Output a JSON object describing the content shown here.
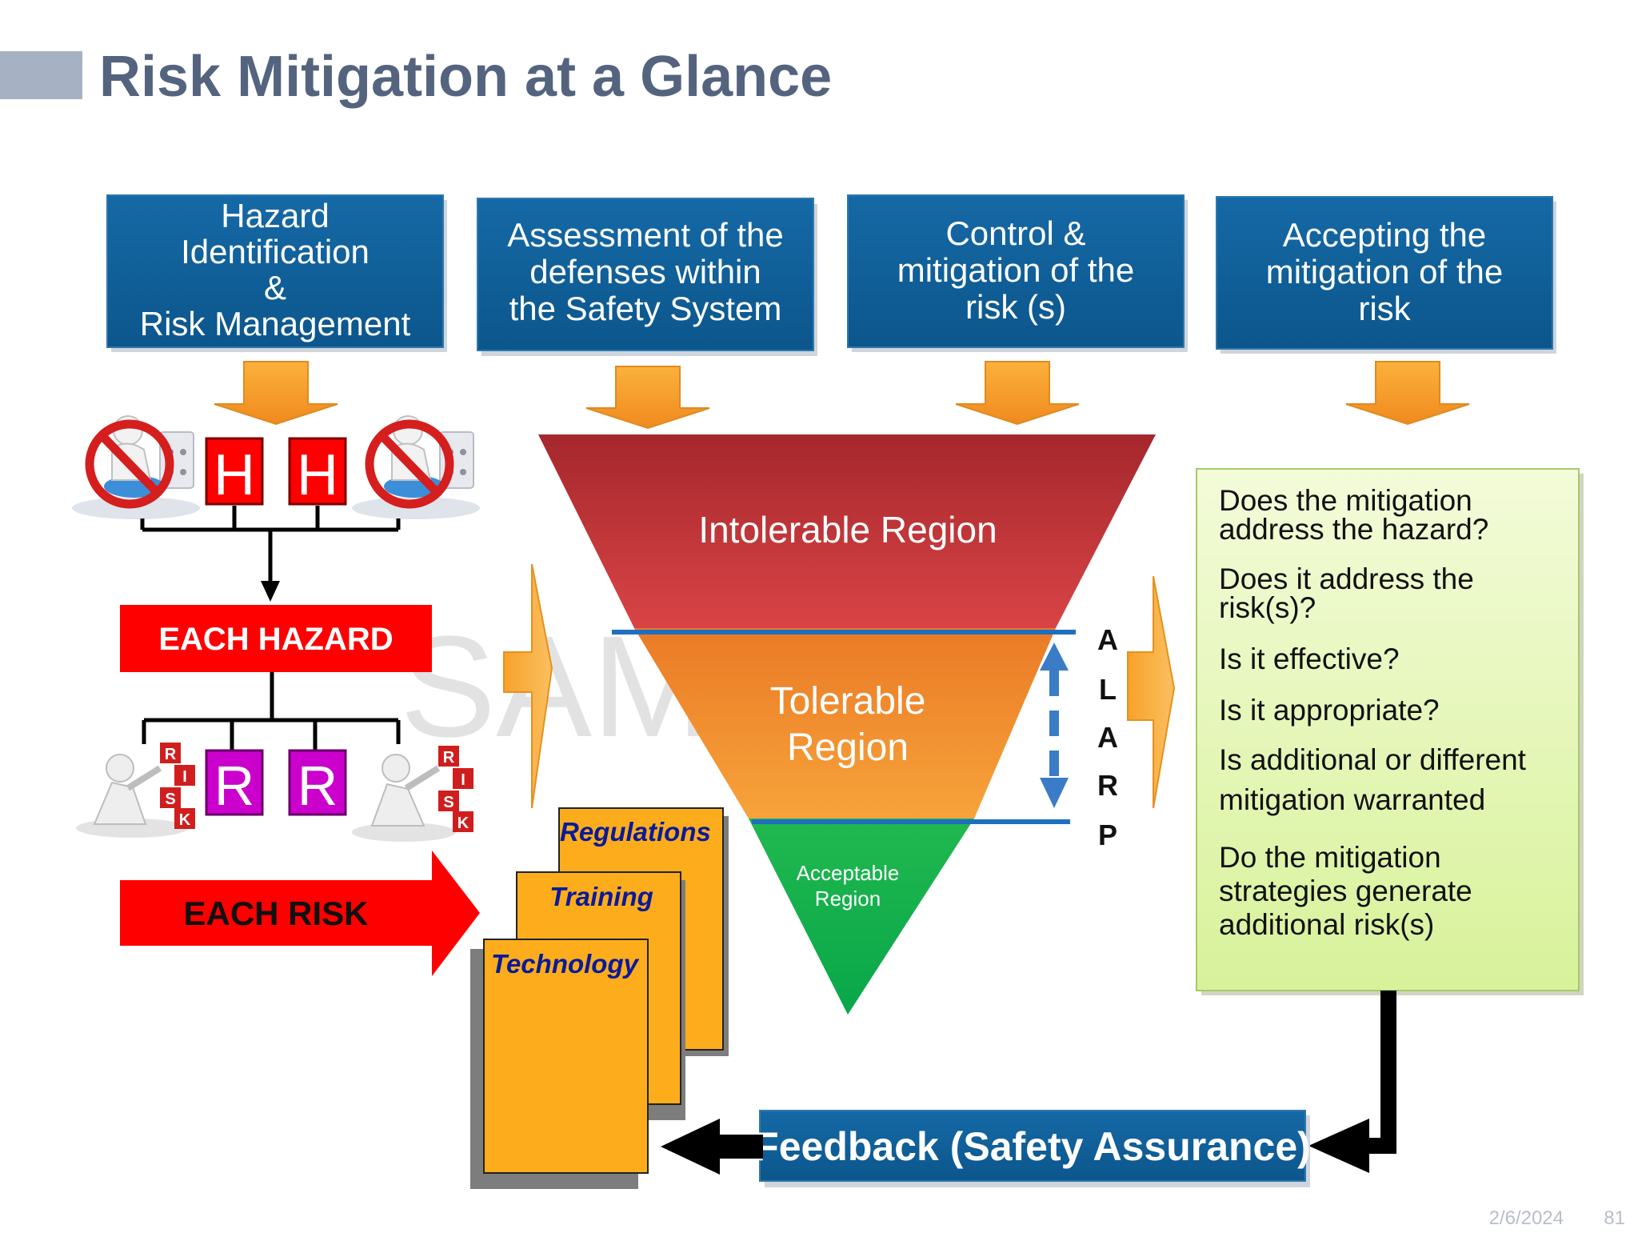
{
  "title": "Risk Mitigation at a Glance",
  "steps": [
    {
      "lines": [
        "Hazard",
        "Identification",
        "&",
        "Risk Management"
      ]
    },
    {
      "lines": [
        "Assessment of the",
        "defenses within",
        "the Safety System"
      ]
    },
    {
      "lines": [
        "Control &",
        "mitigation of the",
        "risk (s)"
      ]
    },
    {
      "lines": [
        "Accepting the",
        "mitigation of the",
        "risk"
      ]
    }
  ],
  "hazard_letters": [
    "H",
    "H"
  ],
  "risk_letters": [
    "R",
    "R"
  ],
  "risk_cube_letters": [
    "R",
    "I",
    "S",
    "K"
  ],
  "each_hazard": "EACH HAZARD",
  "each_risk": "EACH RISK",
  "watermark": "SAM",
  "regions": {
    "intolerable": "Intolerable Region",
    "tolerable": [
      "Tolerable",
      "Region"
    ],
    "acceptable": [
      "Acceptable",
      "Region"
    ]
  },
  "alarp_letters": [
    "A",
    "L",
    "A",
    "R",
    "P"
  ],
  "documents": [
    "Regulations",
    "Training",
    "Technology"
  ],
  "questions": [
    {
      "lines": [
        "Does the mitigation",
        "address the hazard?"
      ]
    },
    {
      "lines": [
        "Does it address the",
        "risk(s)?"
      ]
    },
    {
      "lines": [
        "Is it effective?"
      ]
    },
    {
      "lines": [
        "Is it appropriate?"
      ]
    },
    {
      "lines": [
        "Is additional or different",
        " mitigation warranted"
      ]
    },
    {
      "lines": [
        " Do the mitigation",
        " strategies generate",
        " additional risk(s)"
      ]
    }
  ],
  "feedback": "Feedback (Safety Assurance)",
  "footer": {
    "date": "2/6/2024",
    "page": "81"
  },
  "colors": {
    "title": "#54647f",
    "header_box": "#0f5e96",
    "hazard_red": "#fe0000",
    "risk_magenta": "#cc00cc",
    "intolerable": "#c9383a",
    "tolerable": "#f08a28",
    "acceptable": "#0bb14f",
    "arrow_orange": "#f7a12a",
    "doc_yellow": "#fdad1c",
    "doc_text": "#0a1a9a",
    "question_box": "#e9f8bf",
    "alarp_arrow": "#3a7cc6"
  }
}
